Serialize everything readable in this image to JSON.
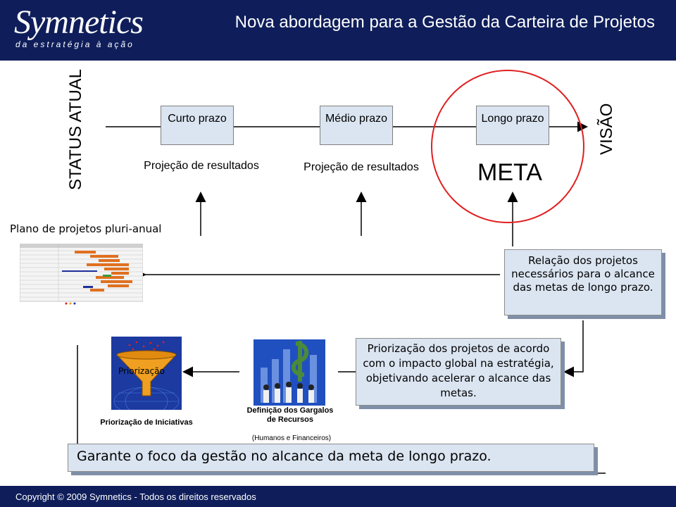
{
  "header": {
    "logo_name": "Symnetics",
    "logo_tagline": "da estratégia à ação",
    "title": "Nova abordagem para a Gestão da Carteira de Projetos"
  },
  "timeline": {
    "status_label": "STATUS ATUAL",
    "vision_label": "VISÃO",
    "short_term": "Curto prazo",
    "medium_term": "Médio prazo",
    "long_term": "Longo prazo",
    "projection_1": "Projeção de resultados",
    "projection_2": "Projeção de resultados",
    "meta": "META"
  },
  "plan": {
    "label": "Plano de projetos pluri-anual",
    "relation_text": "Relação dos projetos necessários para o alcance das metas de longo prazo."
  },
  "prioritization": {
    "funnel_label": "Priorização",
    "caption_initiatives": "Priorização de Iniciativas",
    "bottleneck_title": "Definição dos Gargalos de Recursos",
    "bottleneck_sub": "(Humanos e Financeiros)",
    "box_text": "Priorização dos projetos de acordo com o impacto global na estratégia, objetivando acelerar o alcance das metas."
  },
  "conclusion": {
    "text": "Garante o foco da gestão no alcance da meta de longo prazo."
  },
  "footer": {
    "copyright": "Copyright © 2009 Symnetics - Todos os direitos reservados"
  },
  "colors": {
    "brand": "#0f1e5a",
    "box_fill": "#dbe5f1",
    "meta_circle": "#e02020",
    "gantt_bar": "#e07020",
    "funnel": "#f0a020"
  }
}
